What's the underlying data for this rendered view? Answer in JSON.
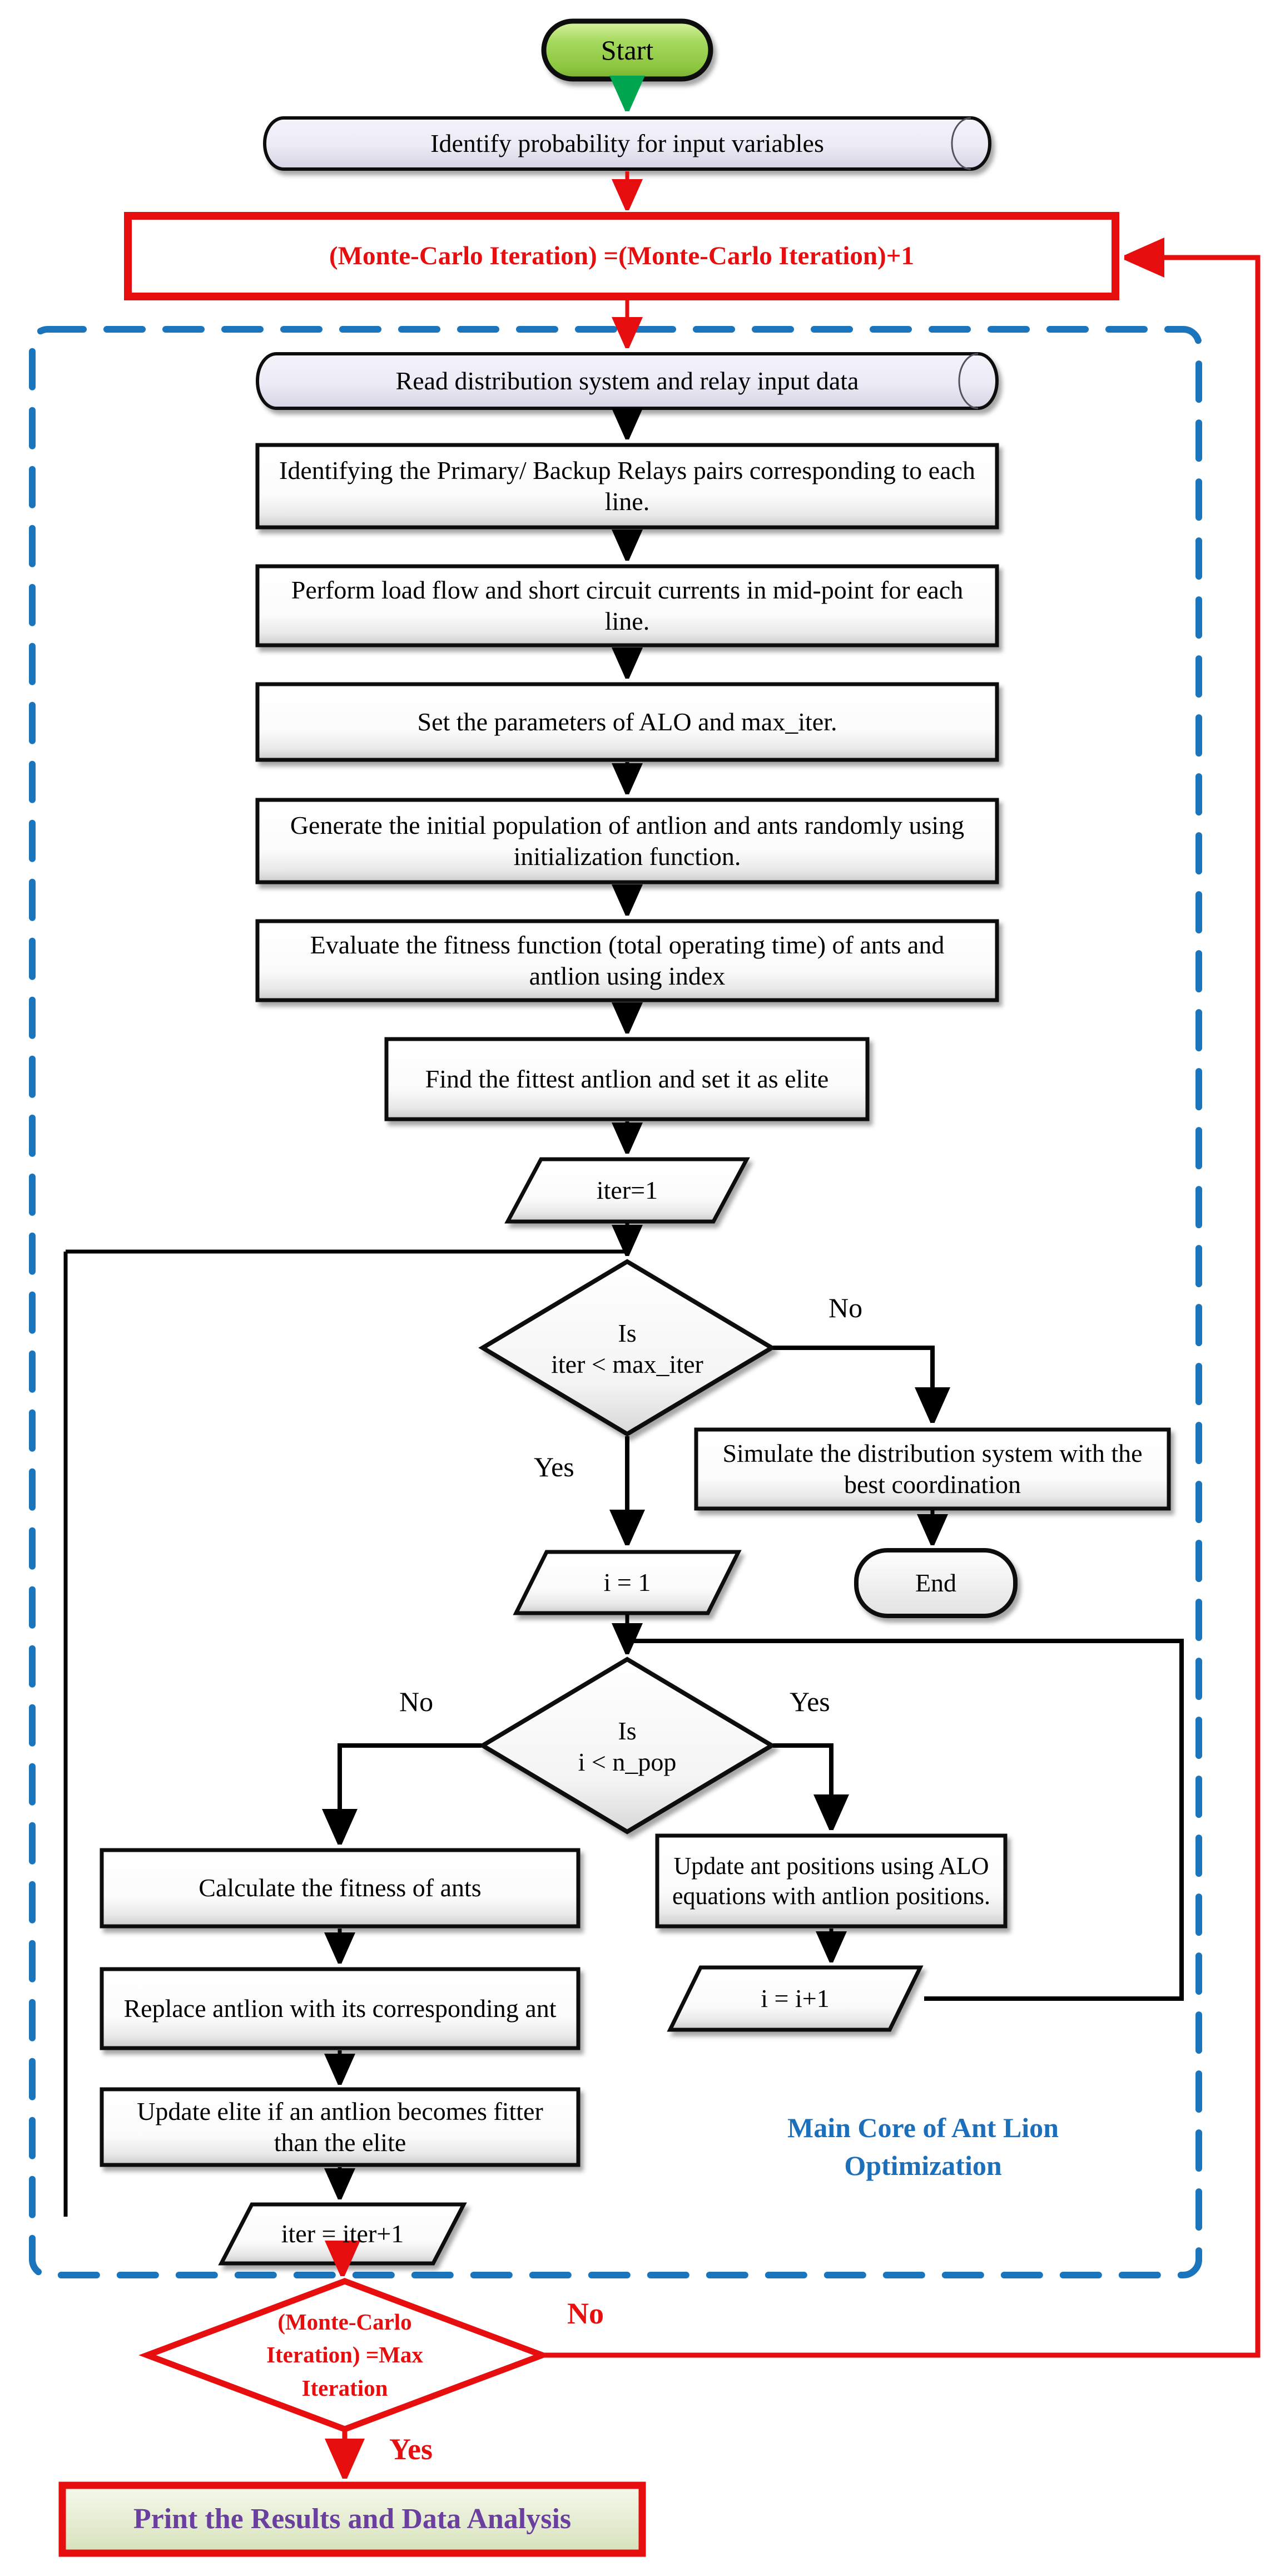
{
  "flowchart": {
    "nodes": {
      "start": {
        "label": "Start"
      },
      "identify_prob": {
        "label": "Identify probability for input variables"
      },
      "monte_carlo_increment": {
        "label": "(Monte-Carlo Iteration) =(Monte-Carlo Iteration)+1"
      },
      "read_data": {
        "label": "Read distribution system and relay input data"
      },
      "identify_pairs": {
        "label": "Identifying the Primary/ Backup Relays pairs corresponding to each line."
      },
      "load_flow": {
        "label": "Perform load flow and short circuit currents in mid-point for each line."
      },
      "set_params": {
        "label": "Set the parameters of ALO and max_iter."
      },
      "generate_population": {
        "label": "Generate the initial population of antlion and ants randomly using initialization function."
      },
      "evaluate_fitness": {
        "label": "Evaluate the fitness function (total operating time) of ants and antlion using index"
      },
      "find_fittest": {
        "label": "Find the fittest antlion and set it as elite"
      },
      "iter_init": {
        "label": "iter=1"
      },
      "iter_check": {
        "line1": "Is",
        "line2": "iter < max_iter"
      },
      "simulate": {
        "label": "Simulate the distribution system with the best coordination"
      },
      "end": {
        "label": "End"
      },
      "i_init": {
        "label": "i = 1"
      },
      "i_check": {
        "line1": "Is",
        "line2": "i < n_pop"
      },
      "update_ants": {
        "label": "Update ant positions using ALO equations with antlion positions."
      },
      "i_increment": {
        "label": "i = i+1"
      },
      "calc_fitness": {
        "label": "Calculate the fitness of ants"
      },
      "replace_antlion": {
        "label": "Replace antlion with its corresponding ant"
      },
      "update_elite": {
        "label": "Update elite if an antlion becomes fitter than the elite"
      },
      "iter_increment": {
        "label": "iter = iter+1"
      },
      "mc_check": {
        "line1": "(Monte-Carlo",
        "line2": "Iteration) =Max",
        "line3": "Iteration"
      },
      "print_results": {
        "label": "Print the Results and Data Analysis"
      }
    },
    "edge_labels": {
      "iter_check_no": "No",
      "iter_check_yes": "Yes",
      "i_check_no": "No",
      "i_check_yes": "Yes",
      "mc_check_no": "No",
      "mc_check_yes": "Yes"
    },
    "annotations": {
      "main_core_line1": "Main Core of Ant Lion",
      "main_core_line2": "Optimization"
    },
    "colors": {
      "loop_red": "#e60e0e",
      "dashed_blue": "#1b75bc",
      "annotation_blue": "#1b6fbb",
      "start_green": "#8cc63e",
      "arrow_green": "#00a550",
      "print_text_purple": "#6b3fa0"
    }
  }
}
